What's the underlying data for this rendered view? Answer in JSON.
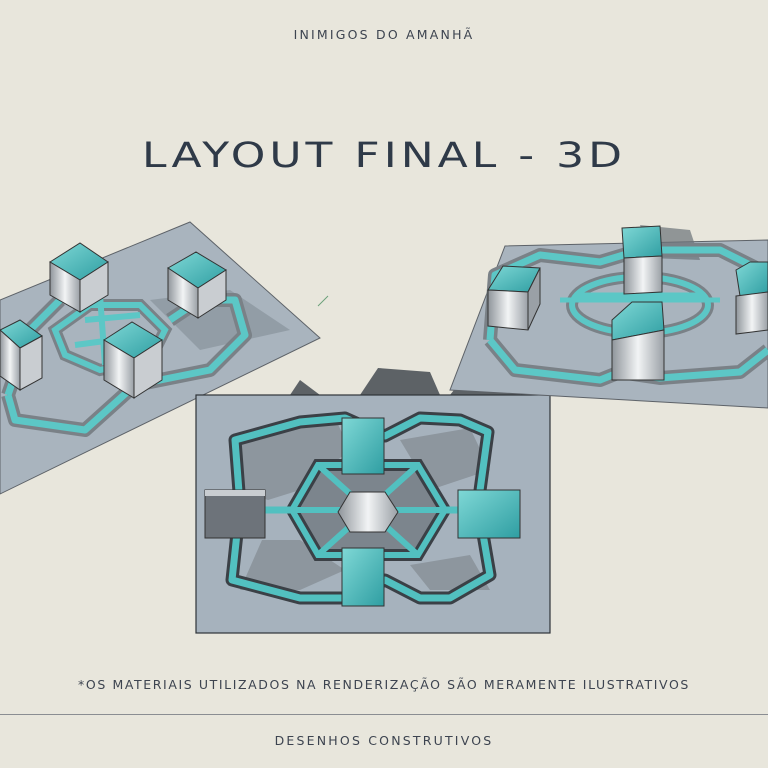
{
  "header": {
    "project": "INIMIGOS DO AMANHÃ"
  },
  "title": "LAYOUT FINAL - 3D",
  "renders": [
    {
      "view": "perspective-left"
    },
    {
      "view": "top"
    },
    {
      "view": "perspective-right"
    }
  ],
  "note": "*OS MATERIAIS UTILIZADOS NA RENDERIZAÇÃO SÃO MERAMENTE ILUSTRATIVOS",
  "footer": {
    "section": "DESENHOS CONSTRUTIVOS"
  },
  "colors": {
    "background": "#e8e6dc",
    "base": "#a6b2bd",
    "teal": "#4fc3c3",
    "wall": "#d7dadd",
    "dark": "#5a5f66"
  }
}
